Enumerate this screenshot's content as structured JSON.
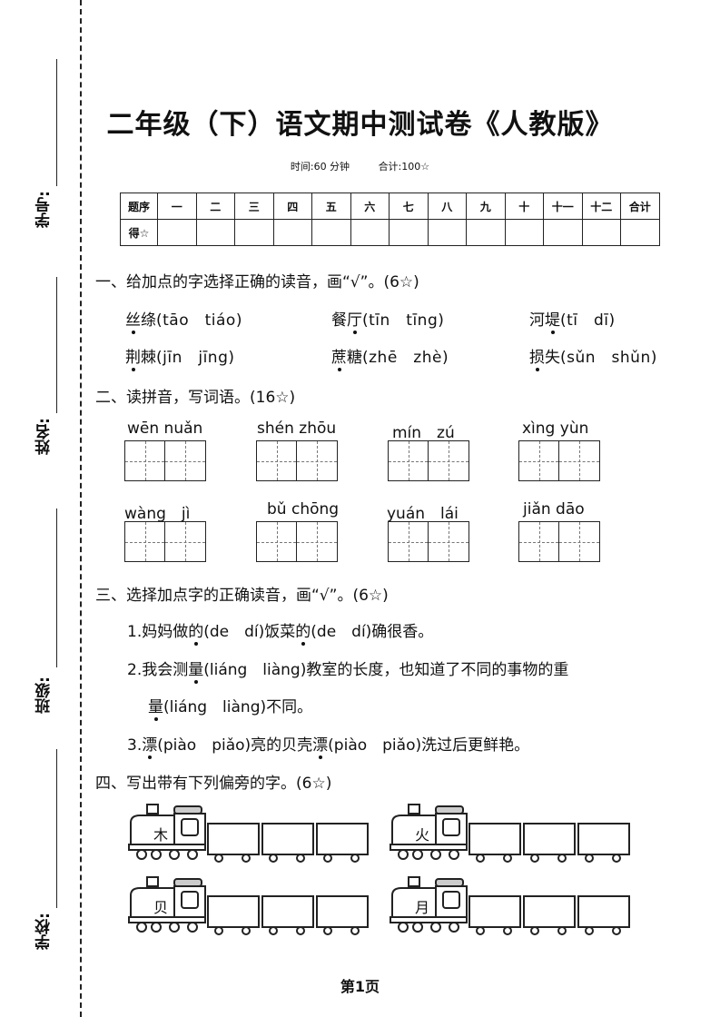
{
  "side": {
    "xuehao": "学号:",
    "xingming": "姓名:",
    "banji": "班级:",
    "xuexiao": "学校:"
  },
  "title": "二年级（下）语文期中测试卷《人教版》",
  "meta": {
    "time": "时间:60 分钟",
    "total": "合计:100☆"
  },
  "score_table": {
    "header": [
      "题序",
      "一",
      "二",
      "三",
      "四",
      "五",
      "六",
      "七",
      "八",
      "九",
      "十",
      "十一",
      "十二",
      "合计"
    ],
    "row_label": "得☆"
  },
  "q1": {
    "title": "一、给加点的字选择正确的读音，画“√”。(6☆)",
    "items": [
      {
        "pre": "",
        "dot": "丝",
        "post": "绦",
        "py": "(tāo　tiáo)"
      },
      {
        "pre": "餐",
        "dot": "厅",
        "post": "",
        "py": "(tīn　tīng)"
      },
      {
        "pre": "河",
        "dot": "堤",
        "post": "",
        "py": "(tī　dī)"
      },
      {
        "pre": "",
        "dot": "荆",
        "post": "棘",
        "py": "(jīn　jīng)"
      },
      {
        "pre": "",
        "dot": "蔗",
        "post": "糖",
        "py": "(zhē　zhè)"
      },
      {
        "pre": "",
        "dot": "损",
        "post": "失",
        "py": "(sǔn　shǔn)"
      }
    ]
  },
  "q2": {
    "title": "二、读拼音，写词语。(16☆)",
    "words": [
      "wēn nuǎn",
      "shén zhōu",
      "mín　zú",
      "xìng yùn",
      "wàng　jì",
      "bǔ chōng",
      "yuán　lái",
      "jiǎn dāo"
    ]
  },
  "q3": {
    "title": "三、选择加点字的正确读音，画“√”。(6☆)",
    "s1": {
      "a": "1.妈妈做",
      "dot1": "的",
      "b": "(de　dí)饭菜",
      "dot2": "的",
      "c": "(de　dí)确很香。"
    },
    "s2": {
      "a": "2.我会测",
      "dot1": "量",
      "b": "(liáng　liàng)教室的长度，也知道了不同的事物的重"
    },
    "s2b": {
      "dot": "量",
      "b": "(liáng　liàng)不同。"
    },
    "s3": {
      "a": "3.",
      "dot1": "漂",
      "b": "(piào　piǎo)亮的贝壳",
      "dot2": "漂",
      "c": "(piào　piǎo)洗过后更鲜艳。"
    }
  },
  "q4": {
    "title": "四、写出带有下列偏旁的字。(6☆)",
    "radicals": [
      "木",
      "火",
      "贝",
      "月"
    ]
  },
  "page": "第1页"
}
